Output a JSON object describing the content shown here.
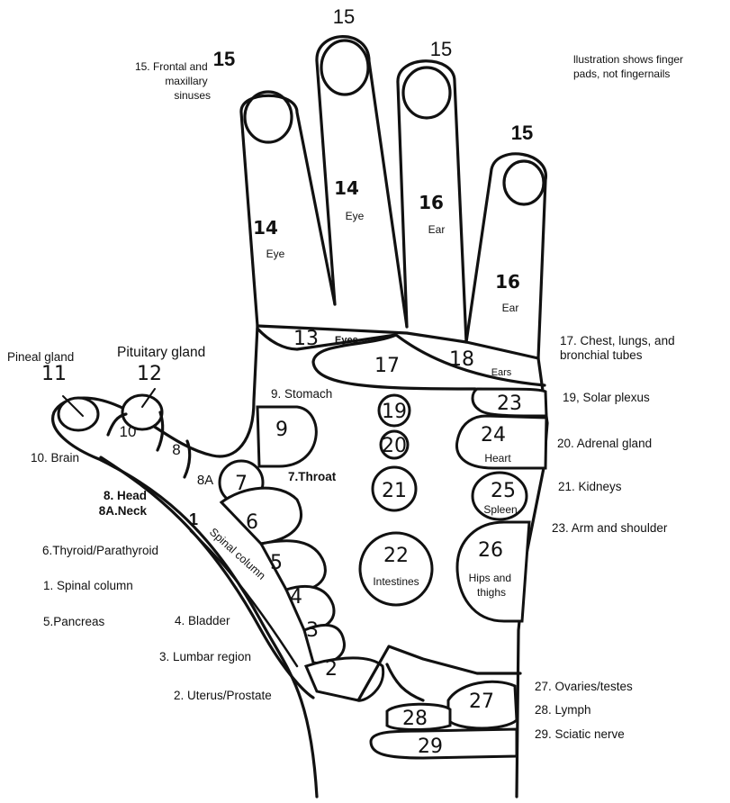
{
  "labels": {
    "top_15_center": "15",
    "top_15_right": "15",
    "top_15_left": "15",
    "top_15_far_right": "15",
    "note": "llustration shows finger pads, not fingernails",
    "sinuses": "15. Frontal and maxillary sinuses",
    "eye_14_a_num": "14",
    "eye_14_a_text": "Eye",
    "eye_14_b_num": "14",
    "eye_14_b_text": "Eye",
    "ear_16_a_num": "16",
    "ear_16_a_text": "Ear",
    "ear_16_b_num": "16",
    "ear_16_b_text": "Ear",
    "z13_num": "13",
    "z13_text": "Eyes",
    "z17": "17",
    "z18_num": "18",
    "z18_text": "Ears",
    "z23": "23",
    "z24_num": "24",
    "z24_text": "Heart",
    "z25_num": "25",
    "z25_text": "Spleen",
    "z26_num": "26",
    "z26_text": "Hips and thighs",
    "z19": "19",
    "z20": "20",
    "z21": "21",
    "z22_num": "22",
    "z22_text": "Intestines",
    "z9": "9",
    "z7": "7",
    "z6": "6",
    "z5": "5",
    "z4": "4",
    "z3": "3",
    "z2": "2",
    "z27": "27",
    "z28": "28",
    "z29": "29",
    "z11": "11",
    "z12": "12",
    "z10": "10",
    "z8": "8",
    "z8a": "8A",
    "z1": "1",
    "spinal_column_strip": "Spinal column",
    "pineal": "Pineal gland",
    "pituitary": "Pituitary gland",
    "brain": "10. Brain",
    "stomach": "9. Stomach",
    "throat": "7.Throat",
    "head": "8. Head",
    "neck": "8A.Neck",
    "thyroid": "6.Thyroid/Parathyroid",
    "spinal_column": "1. Spinal column",
    "pancreas": "5.Pancreas",
    "bladder": "4. Bladder",
    "lumbar": "3. Lumbar region",
    "uterus": "2. Uterus/Prostate",
    "chest": "17. Chest, lungs, and bronchial tubes",
    "solar": "19, Solar plexus",
    "adrenal": "20. Adrenal gland",
    "kidneys": "21.  Kidneys",
    "arm": "23. Arm and shoulder",
    "ovaries": "27. Ovaries/testes",
    "lymph": "28. Lymph",
    "sciatic": "29. Sciatic nerve"
  }
}
